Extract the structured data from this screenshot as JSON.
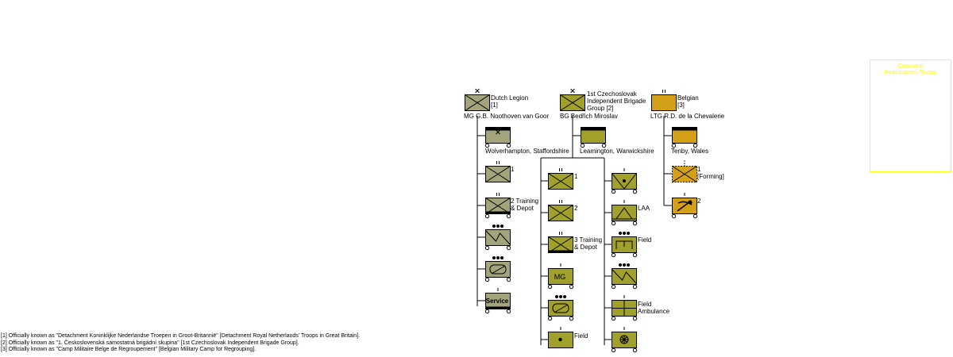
{
  "legend": {
    "line1": "Command",
    "line2": "Headquarters Troops",
    "color": "#ffff00"
  },
  "colors": {
    "dutch": "#a3a37c",
    "czech": "#a0a02a",
    "belgian": "#d4a017"
  },
  "dutch": {
    "hq": {
      "name1": "Dutch Legion",
      "name2": "[1]",
      "commander": "MG  G.B. Noothoven van Goor"
    },
    "depot_location": "Wolverhampton, Staffordshire",
    "bn1": "1",
    "bn2_line1": "2 Training",
    "bn2_line2": "& Depot",
    "service": "Service"
  },
  "czech": {
    "hq": {
      "name1": "1st Czechoslovak",
      "name2": "Independent Brigade",
      "name3": "Group [2]",
      "commander": "BG  Bedřich Miroslav"
    },
    "depot_location": "Leamington, Warwickshire",
    "bn1": "1",
    "bn2": "2",
    "bn3_line1": "3 Training",
    "bn3_line2": "& Depot",
    "mg": "MG",
    "rb3": "Field",
    "laa": "LAA",
    "field_art": "Field",
    "amb_line1": "Field",
    "amb_line2": "Ambulance"
  },
  "belgian": {
    "hq": {
      "name1": "Belgian",
      "name2": "[3]",
      "commander": "LTG  R.D. de la Chevalerie"
    },
    "depot_location": "Tenby, Wales",
    "bn1_line1": "1",
    "bn1_line2": "[Forming]",
    "bn2": "2"
  },
  "notes": {
    "n1": "[1] Officially known as \"Detachment Koninklijke Nederlandse Troepen in Groot-Britannië\" [Detachment Royal Netherlands' Troops in Great Britain].",
    "n2": "[2] Officially known as \"1. Československá samostatná brigádní skupina\" [1st Czechoslovak Independent Brigade Group].",
    "n3": "[3] Officially known as \"Camp Militaire Belge de Regroupement\" [Belgian Military Camp for Regrouping]."
  }
}
